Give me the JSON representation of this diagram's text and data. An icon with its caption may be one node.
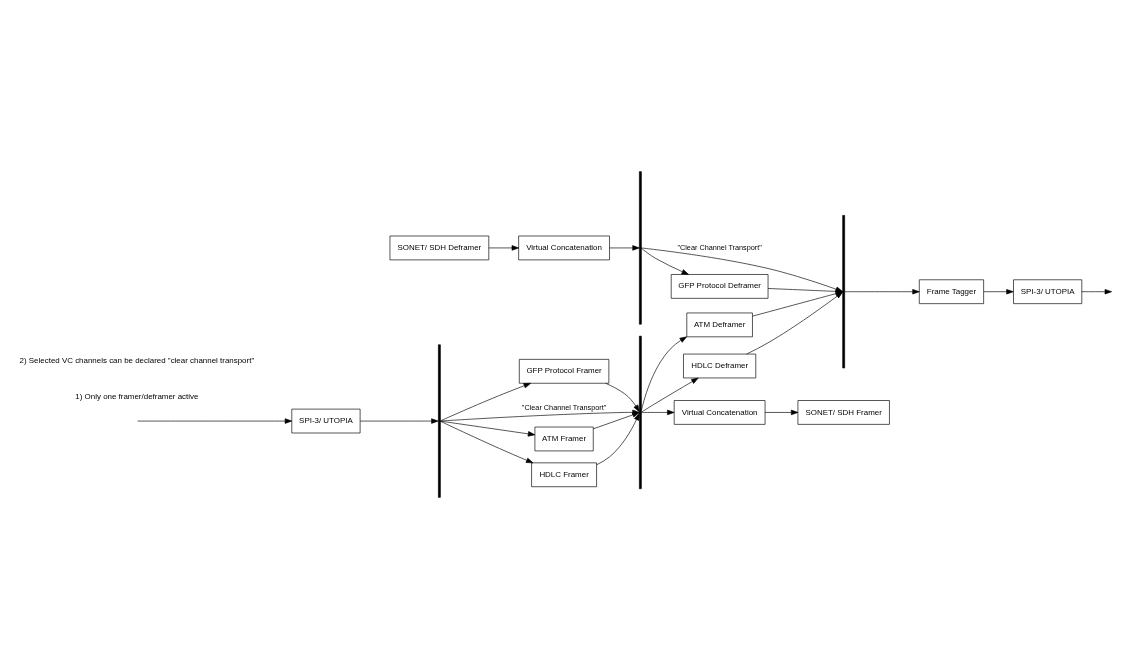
{
  "diagram": {
    "nodes": [
      {
        "text": [
          "SONET/ SDH Framer"
        ]
      },
      {
        "text": [
          "Virtual Concatenation"
        ]
      },
      {
        "text": [
          "SONET/ SDH Deframer"
        ]
      },
      {
        "text": [
          "Virtual Concatenation"
        ]
      },
      {
        "text": [],
        "shape": "bar"
      },
      {
        "text": [],
        "shape": "bar"
      },
      {
        "text": [
          "ATM Framer"
        ]
      },
      {
        "text": [
          "ATM Deframer"
        ]
      },
      {
        "text": [
          "HDLC Framer"
        ]
      },
      {
        "text": [
          "HDLC Deframer"
        ]
      },
      {
        "text": [
          "GFP Protocol Framer"
        ]
      },
      {
        "text": [
          "GFP Protocol Deframer"
        ]
      },
      {
        "text": [],
        "shape": "bar"
      },
      {
        "text": [],
        "shape": "bar"
      },
      {
        "text": [
          "Frame Tagger"
        ]
      },
      {
        "text": [
          "SPI-3/ UTOPIA"
        ]
      },
      {
        "text": [
          "SPI-3/ UTOPIA"
        ]
      }
    ],
    "edges": [
      {
        "from": 1,
        "to": 0,
        "arrow": "to"
      },
      {
        "from": 2,
        "to": 3,
        "arrow": "to"
      },
      {
        "from": 4,
        "to": 1,
        "arrow": "to"
      },
      {
        "from": 3,
        "to": 5,
        "arrow": "to"
      },
      {
        "from": 6,
        "to": 4,
        "arrow": "to"
      },
      {
        "from": 8,
        "to": 4,
        "arrow": "to"
      },
      {
        "from": 10,
        "to": 4,
        "arrow": "to"
      },
      {
        "from": 4,
        "to": 7,
        "arrow": "to"
      },
      {
        "from": 4,
        "to": 9,
        "arrow": "to"
      },
      {
        "from": 5,
        "to": 11,
        "arrow": "to"
      },
      {
        "from": 12,
        "to": 6,
        "arrow": "to"
      },
      {
        "from": 12,
        "to": 8,
        "arrow": "to"
      },
      {
        "from": 12,
        "to": 10,
        "arrow": "to"
      },
      {
        "from": 7,
        "to": 13,
        "arrow": "to"
      },
      {
        "from": 9,
        "to": 13,
        "arrow": "to"
      },
      {
        "from": 11,
        "to": 13,
        "arrow": "to"
      },
      {
        "from": 12,
        "to": 4,
        "arrow": "to",
        "label": "\"Clear Channel Transport\""
      },
      {
        "from": 5,
        "to": 13,
        "arrow": "to",
        "label": "\"Clear Channel Transport\""
      },
      {
        "from": 16,
        "to": 12,
        "arrow": "to"
      },
      {
        "from": 13,
        "to": 14,
        "arrow": "to"
      },
      {
        "from": 14,
        "to": 15,
        "arrow": "to"
      },
      {
        "from": 15,
        "to": null,
        "arrow": "to"
      },
      {
        "from": null,
        "to": 16,
        "arrow": "to"
      }
    ],
    "labels": [
      "1) Only one framer/deframer active",
      "2) Selected VC channels can be declared \"clear channel transport\""
    ]
  }
}
